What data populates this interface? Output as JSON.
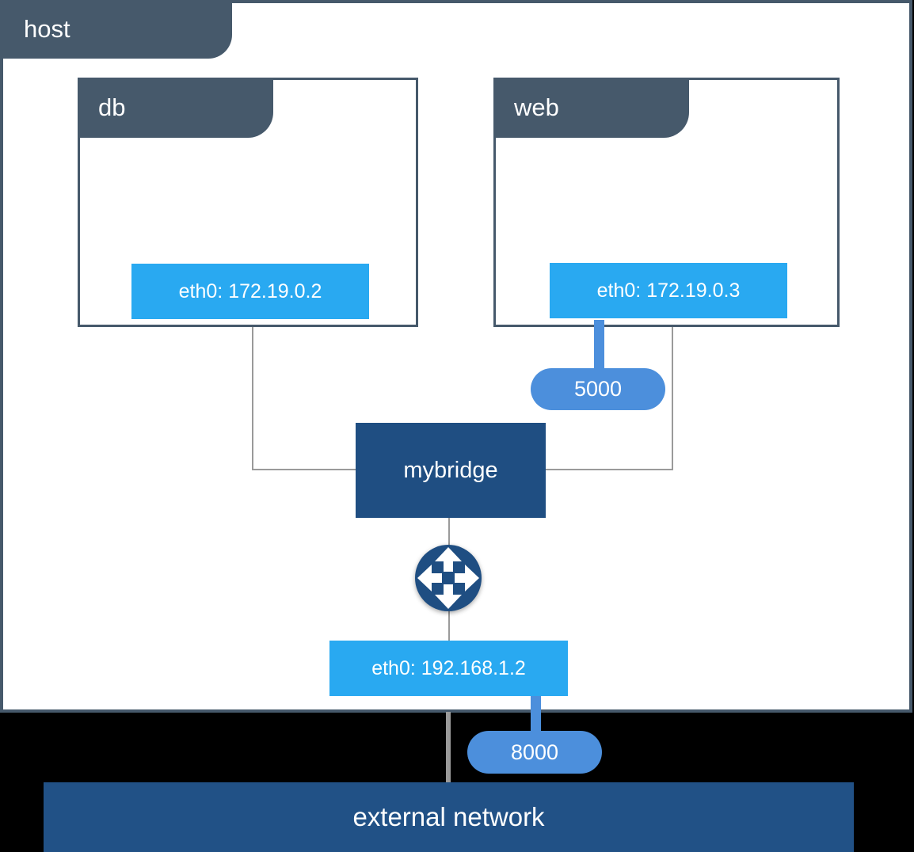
{
  "colors": {
    "slate": "#46596B",
    "bright_blue": "#29A9F1",
    "pill_blue": "#4C8FDC",
    "navy": "#1F4E82",
    "bar_blue": "#215186",
    "line_gray": "#9A9A9A",
    "bg": "#000000",
    "box_bg": "#FFFFFF",
    "text_light": "#FFFFFF"
  },
  "host": {
    "label": "host"
  },
  "containers": [
    {
      "name": "db",
      "interface_label": "eth0: 172.19.0.2"
    },
    {
      "name": "web",
      "interface_label": "eth0: 172.19.0.3",
      "published_port": "5000"
    }
  ],
  "bridge": {
    "label": "mybridge"
  },
  "host_interface": {
    "label": "eth0: 192.168.1.2",
    "published_port": "8000"
  },
  "external_network": {
    "label": "external network"
  },
  "icons": {
    "router_icon": "four-direction-arrows"
  }
}
